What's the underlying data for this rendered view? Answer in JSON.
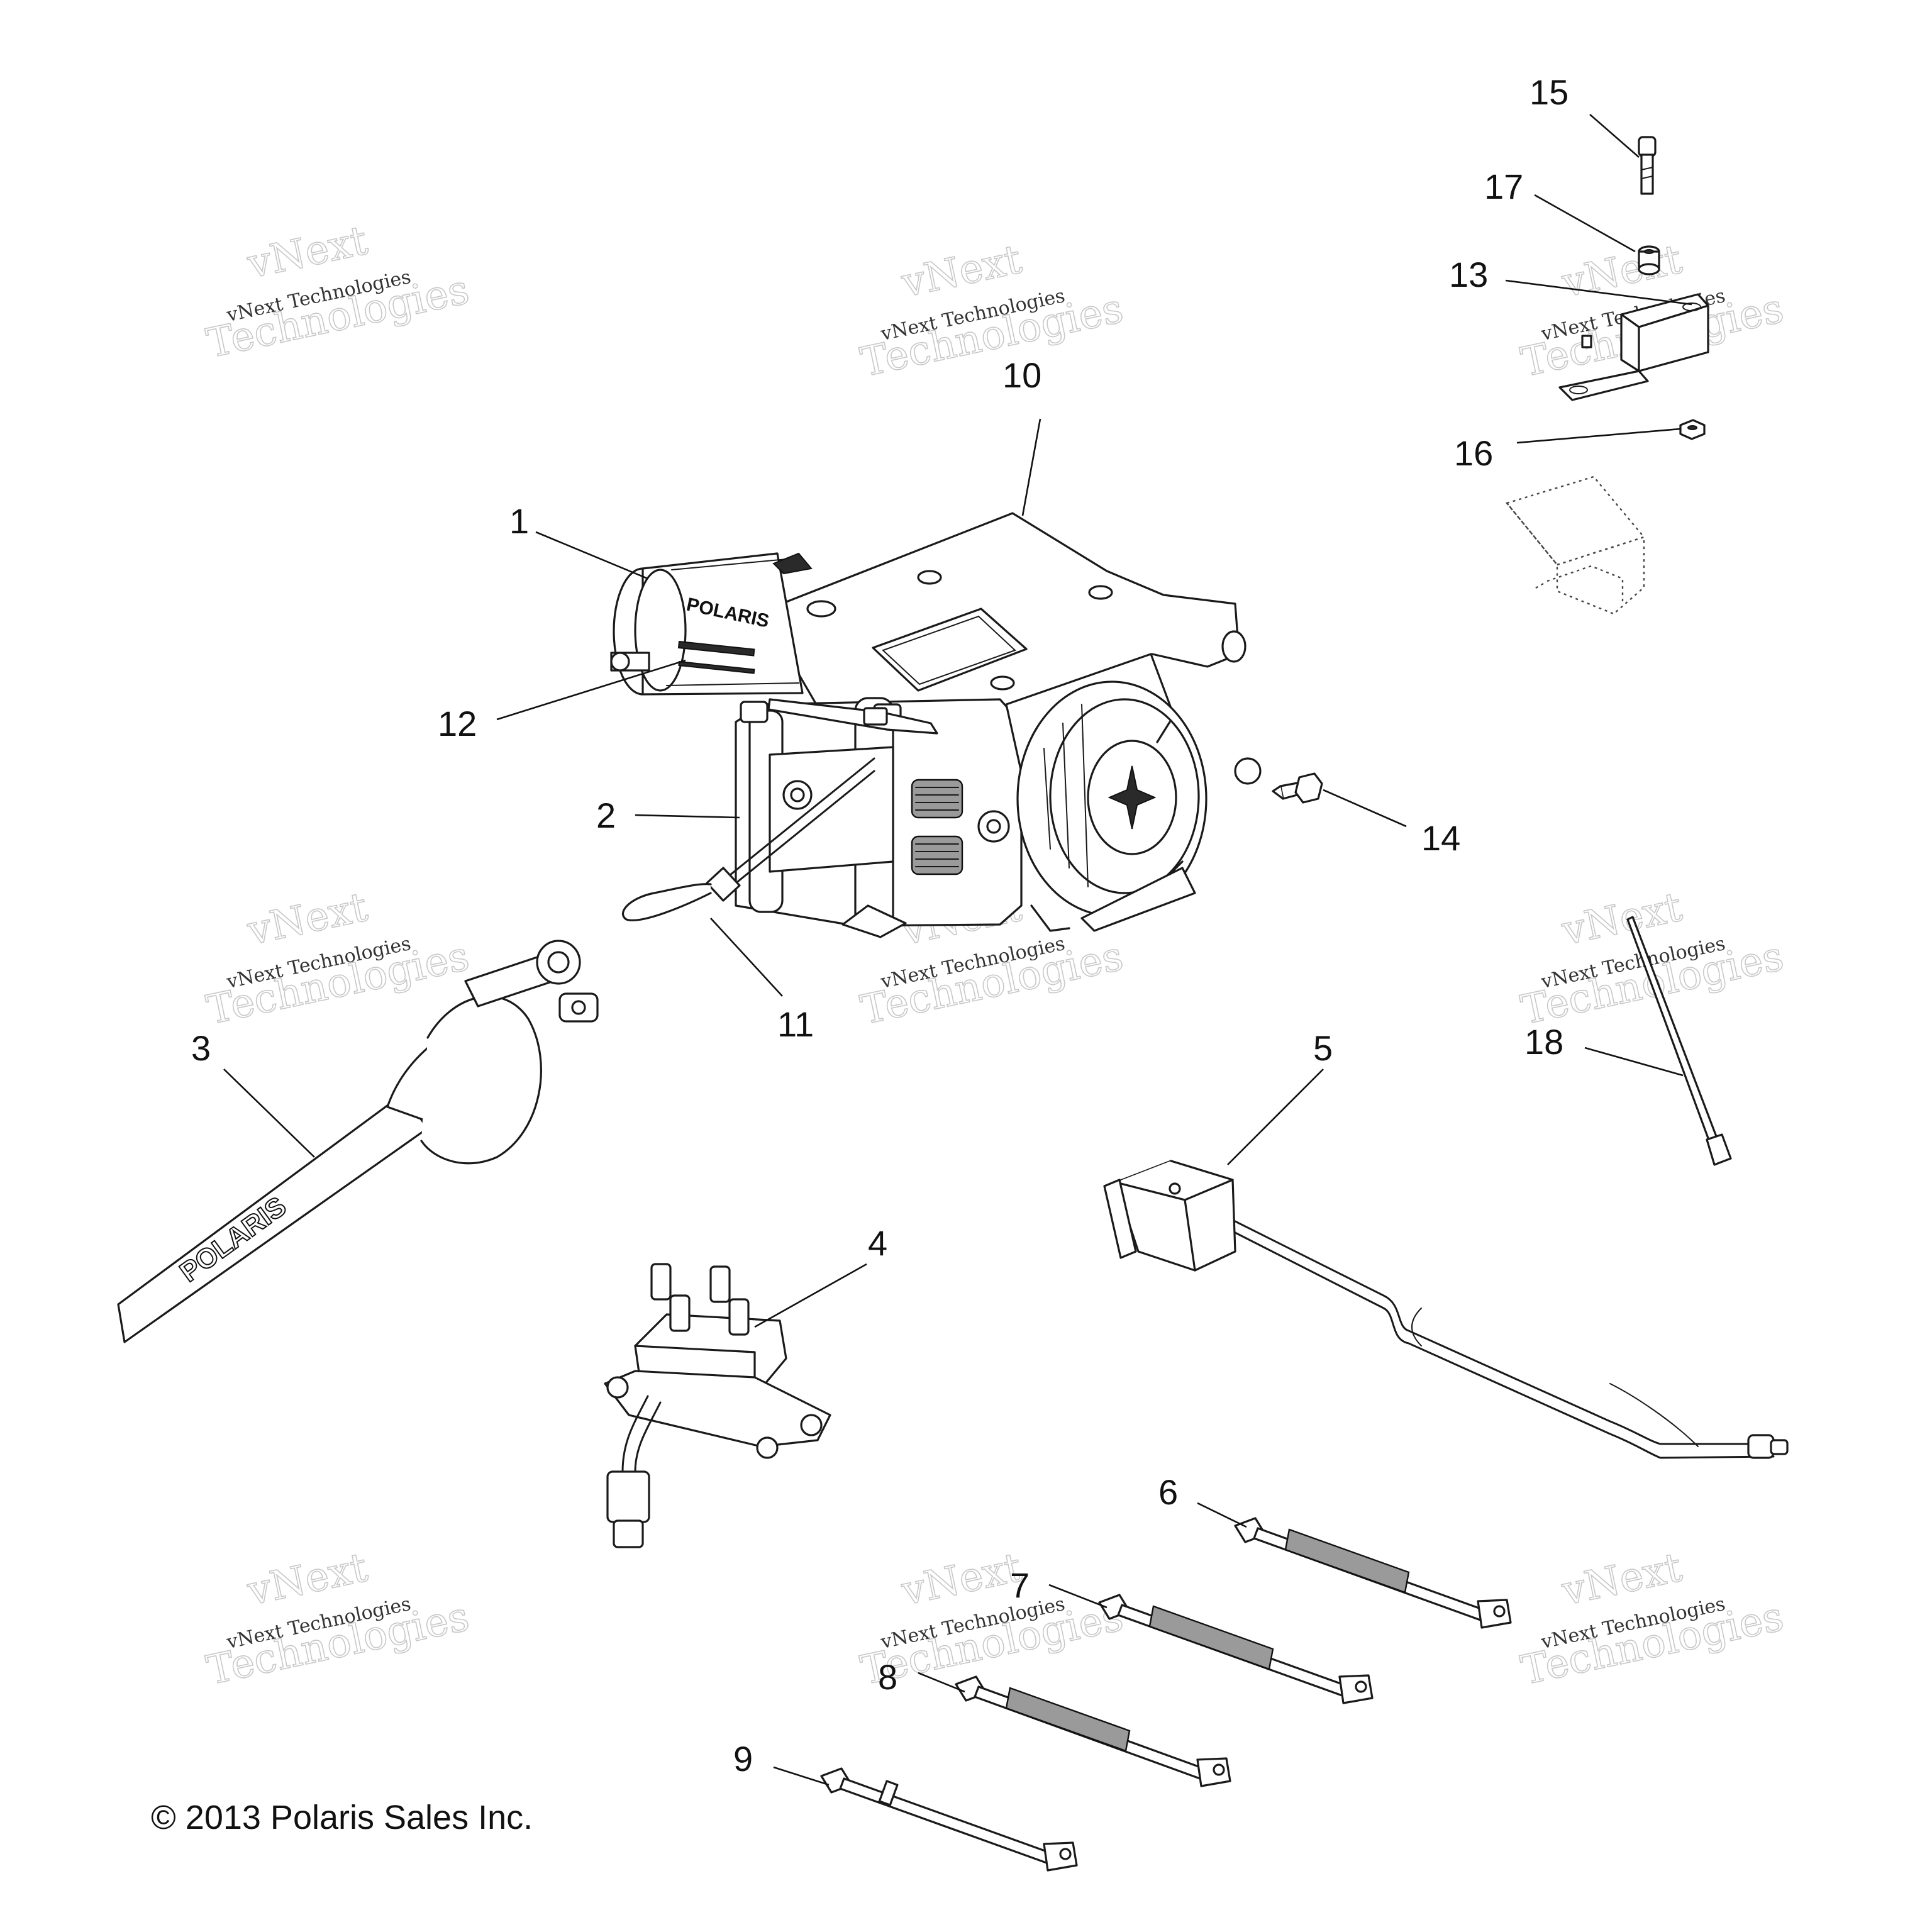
{
  "callouts": [
    {
      "id": "1",
      "label": "1"
    },
    {
      "id": "2",
      "label": "2"
    },
    {
      "id": "3",
      "label": "3"
    },
    {
      "id": "4",
      "label": "4"
    },
    {
      "id": "5",
      "label": "5"
    },
    {
      "id": "6",
      "label": "6"
    },
    {
      "id": "7",
      "label": "7"
    },
    {
      "id": "8",
      "label": "8"
    },
    {
      "id": "9",
      "label": "9"
    },
    {
      "id": "10",
      "label": "10"
    },
    {
      "id": "11",
      "label": "11"
    },
    {
      "id": "12",
      "label": "12"
    },
    {
      "id": "13",
      "label": "13"
    },
    {
      "id": "14",
      "label": "14"
    },
    {
      "id": "15",
      "label": "15"
    },
    {
      "id": "16",
      "label": "16"
    },
    {
      "id": "17",
      "label": "17"
    },
    {
      "id": "18",
      "label": "18"
    }
  ],
  "watermark": {
    "line1": "vNext",
    "line2": "vNext Technologies",
    "line3": "Technologies"
  },
  "copyright": "© 2013 Polaris Sales Inc.",
  "brand_text": "POLARIS"
}
